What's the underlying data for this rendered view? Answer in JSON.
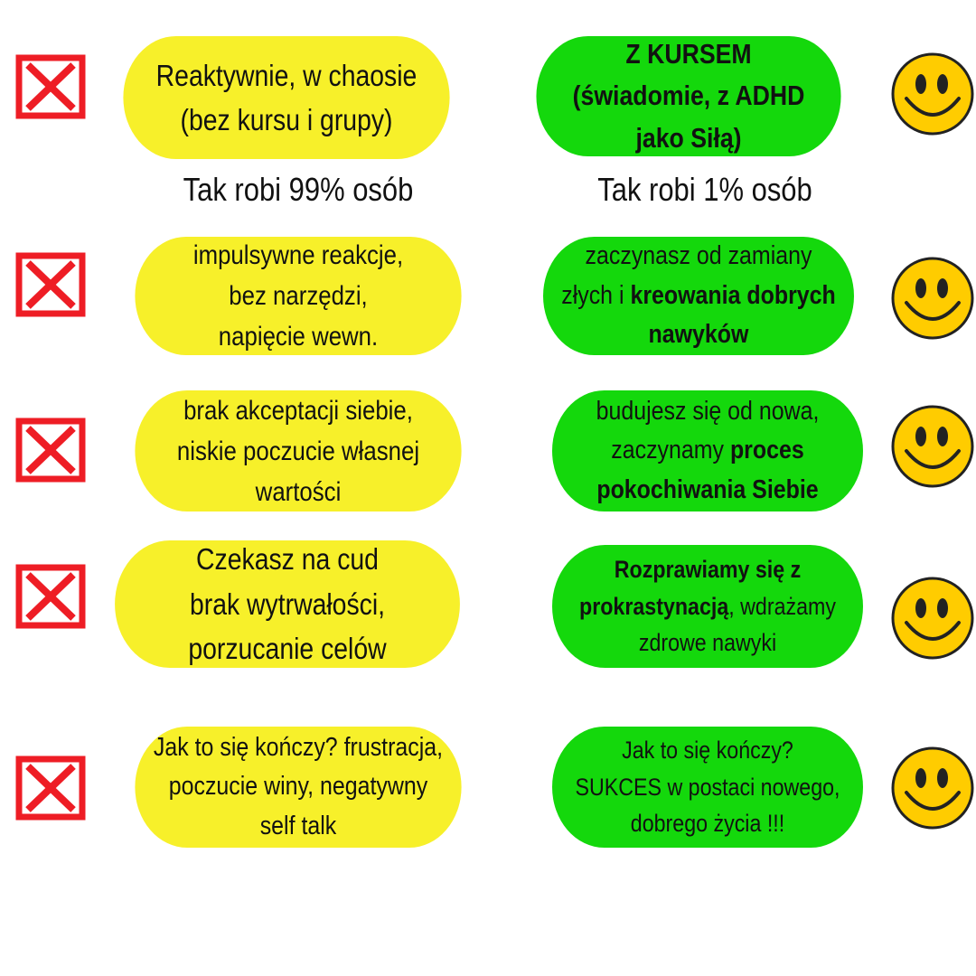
{
  "colors": {
    "bad_pill": "#f7f02a",
    "good_pill": "#14d80c",
    "x_icon": "#ee1d25",
    "smiley_face": "#ffcc00",
    "smiley_outline": "#222222"
  },
  "icons": {
    "left": "red-x-box-icon",
    "right": "smiley-face-icon"
  },
  "captions": {
    "left": "Tak robi 99% osób",
    "right": "Tak robi 1% osób"
  },
  "rows": [
    {
      "left": {
        "lines": [
          [
            {
              "t": "Reaktywnie, w chaosie"
            }
          ],
          [
            {
              "t": "(bez kursu i grupy)"
            }
          ]
        ]
      },
      "right": {
        "lines": [
          [
            {
              "t": "Z KURSEM",
              "b": true
            }
          ],
          [
            {
              "t": "(świadomie, z ADHD",
              "b": true
            }
          ],
          [
            {
              "t": "jako Siłą)",
              "b": true
            }
          ]
        ]
      }
    },
    {
      "left": {
        "lines": [
          [
            {
              "t": "impulsywne reakcje,"
            }
          ],
          [
            {
              "t": "bez narzędzi,"
            }
          ],
          [
            {
              "t": "napięcie wewn."
            }
          ]
        ]
      },
      "right": {
        "lines": [
          [
            {
              "t": "zaczynasz od zamiany"
            }
          ],
          [
            {
              "t": "złych i "
            },
            {
              "t": "kreowania dobrych",
              "b": true
            }
          ],
          [
            {
              "t": "nawyków",
              "b": true
            }
          ]
        ]
      }
    },
    {
      "left": {
        "lines": [
          [
            {
              "t": "brak akceptacji siebie,"
            }
          ],
          [
            {
              "t": "niskie poczucie własnej"
            }
          ],
          [
            {
              "t": "wartości"
            }
          ]
        ]
      },
      "right": {
        "lines": [
          [
            {
              "t": "budujesz się od nowa,"
            }
          ],
          [
            {
              "t": "zaczynamy "
            },
            {
              "t": "proces",
              "b": true
            }
          ],
          [
            {
              "t": "pokochiwania Siebie",
              "b": true
            }
          ]
        ]
      }
    },
    {
      "left": {
        "lines": [
          [
            {
              "t": "Czekasz na cud"
            }
          ],
          [
            {
              "t": "brak wytrwałości,"
            }
          ],
          [
            {
              "t": "porzucanie celów"
            }
          ]
        ]
      },
      "right": {
        "lines": [
          [
            {
              "t": "Rozprawiamy się z",
              "b": true
            }
          ],
          [
            {
              "t": "prokrastynacją",
              "b": true
            },
            {
              "t": ", wdrażamy"
            }
          ],
          [
            {
              "t": "zdrowe nawyki"
            }
          ]
        ]
      }
    },
    {
      "left": {
        "lines": [
          [
            {
              "t": "Jak to się kończy? frustracja,"
            }
          ],
          [
            {
              "t": "poczucie winy, negatywny"
            }
          ],
          [
            {
              "t": "self talk"
            }
          ]
        ]
      },
      "right": {
        "lines": [
          [
            {
              "t": "Jak to się kończy?"
            }
          ],
          [
            {
              "t": "SUKCES w postaci nowego,"
            }
          ],
          [
            {
              "t": "dobrego życia !!!"
            }
          ]
        ]
      }
    }
  ]
}
